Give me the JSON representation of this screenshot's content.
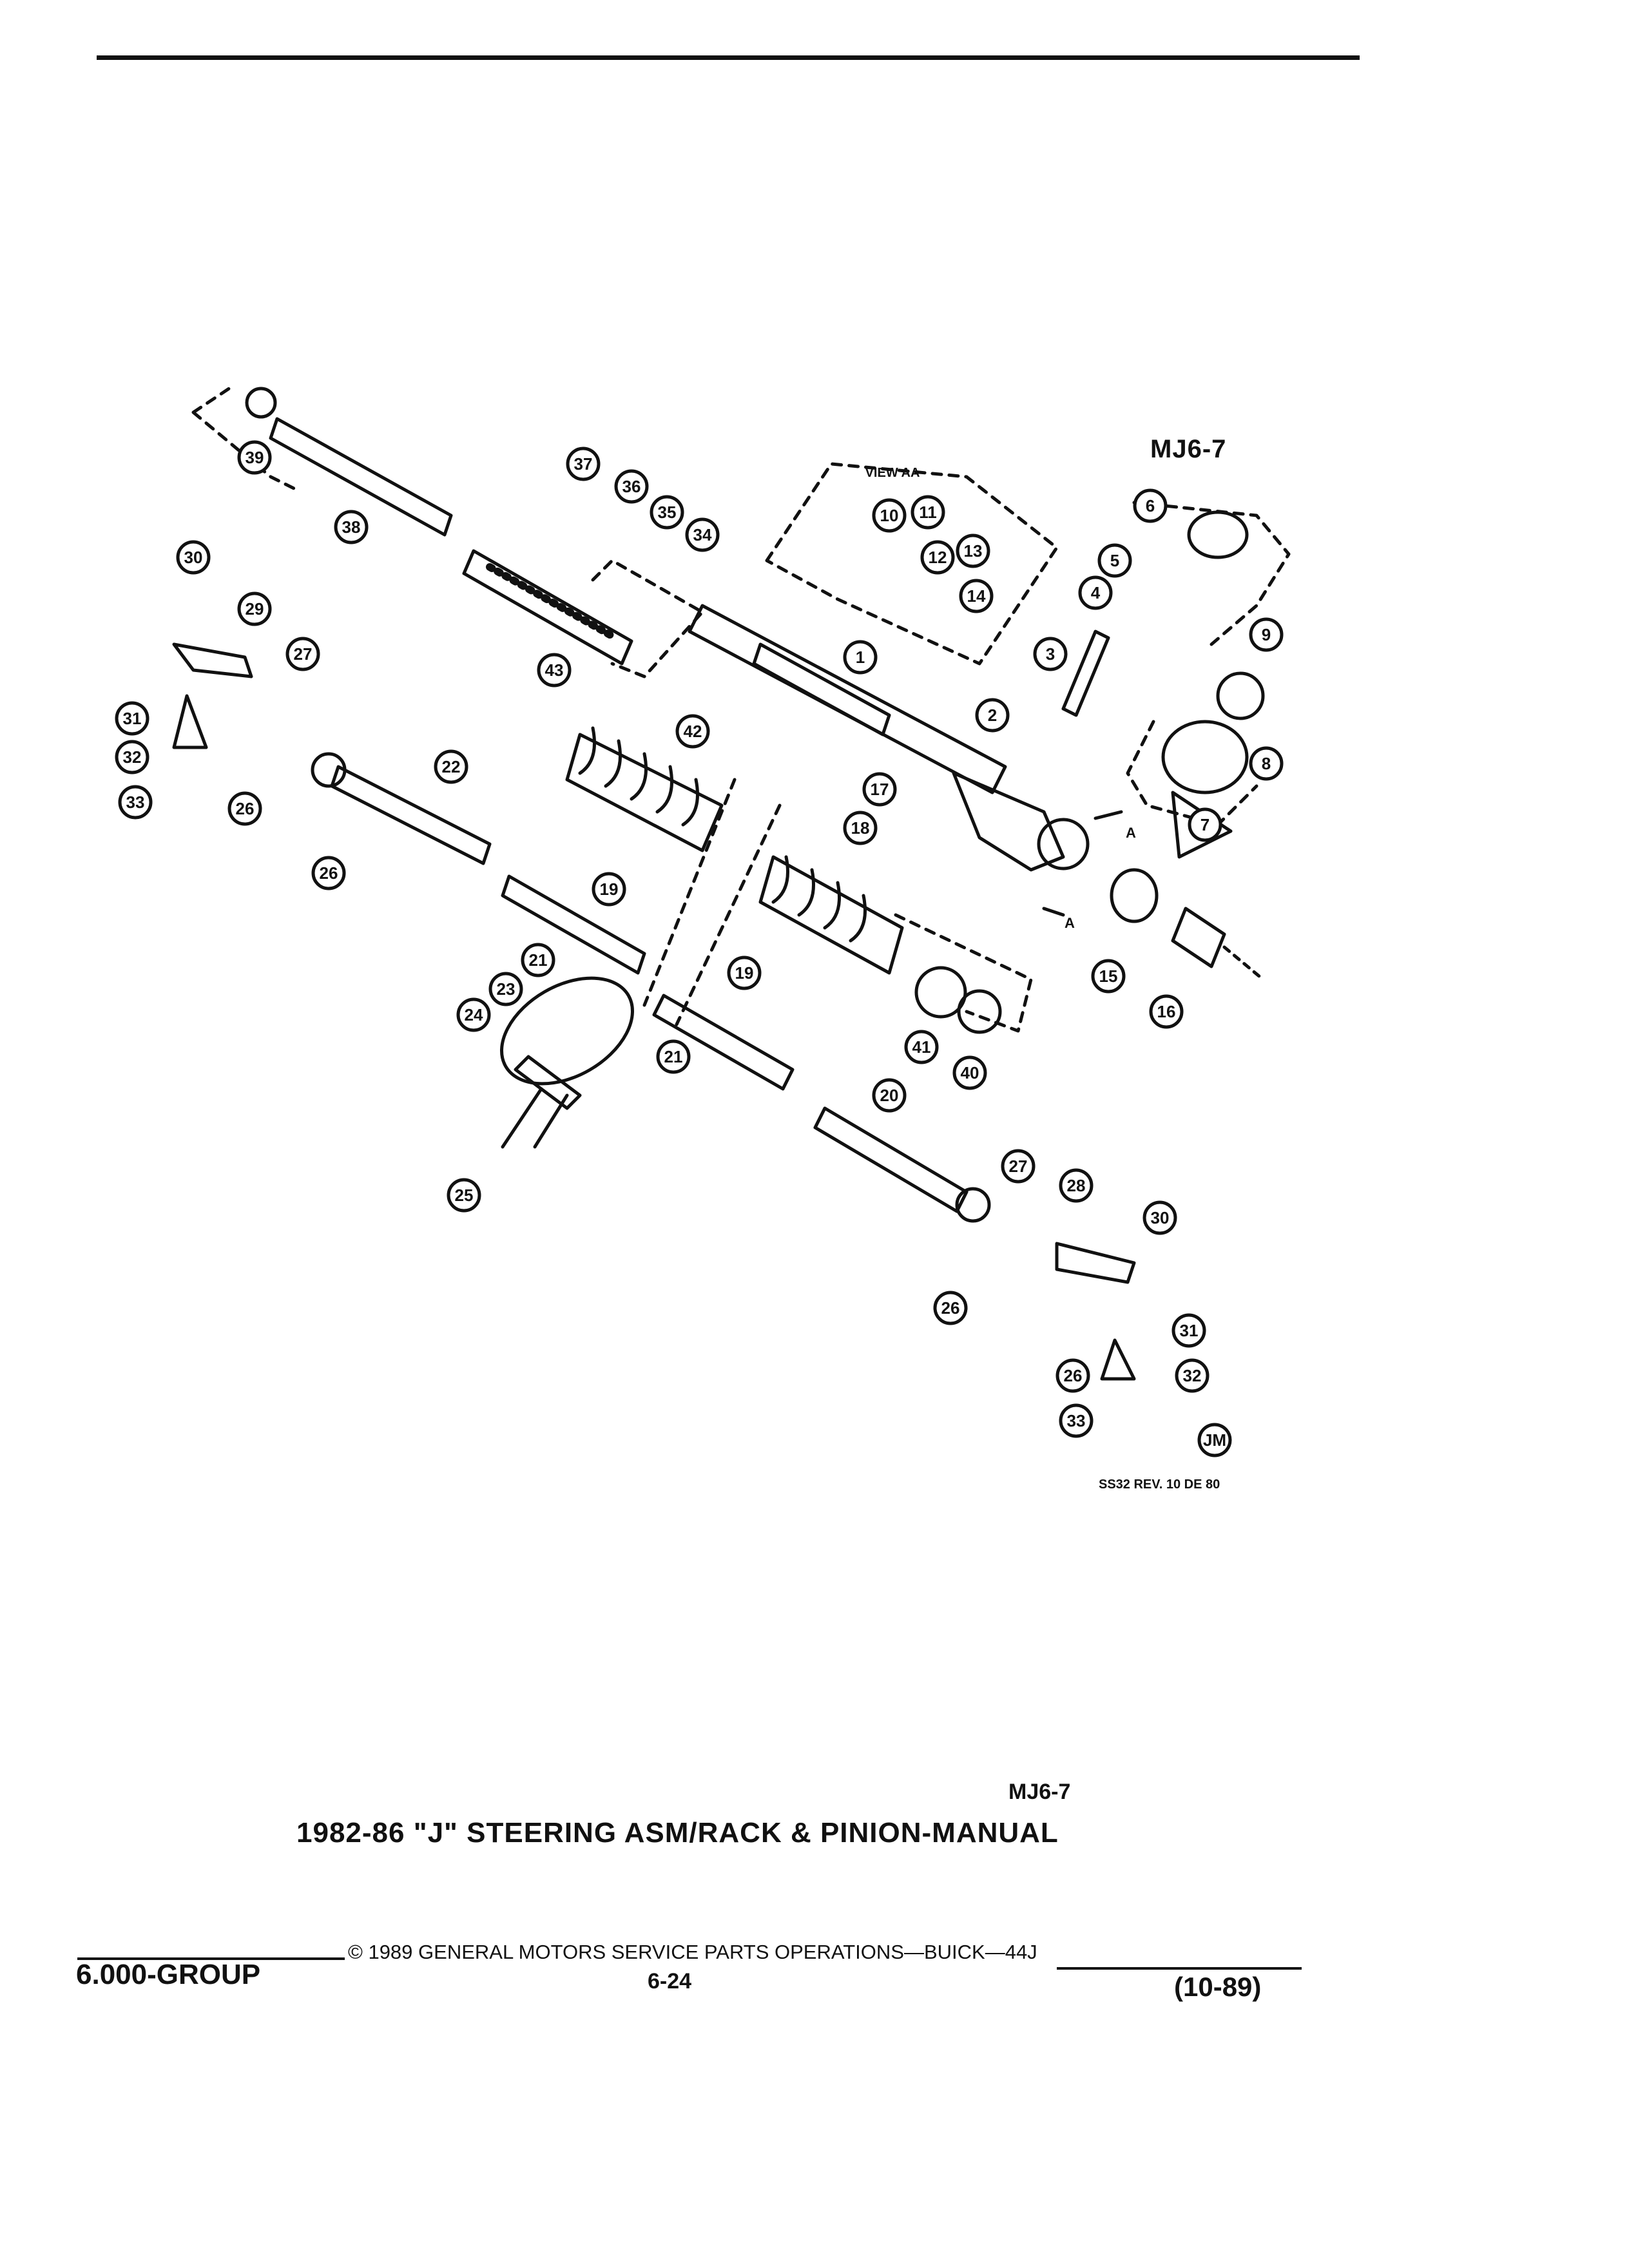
{
  "header": {
    "figure_id": "MJ6-7"
  },
  "diagram": {
    "view_label": "VIEW AA",
    "section_marks": [
      "A",
      "A"
    ],
    "callouts": [
      "1",
      "2",
      "3",
      "4",
      "5",
      "6",
      "7",
      "8",
      "9",
      "10",
      "11",
      "12",
      "13",
      "14",
      "15",
      "16",
      "17",
      "18",
      "19",
      "19",
      "20",
      "21",
      "21",
      "22",
      "23",
      "24",
      "25",
      "26",
      "26",
      "26",
      "26",
      "27",
      "27",
      "28",
      "29",
      "30",
      "30",
      "31",
      "31",
      "32",
      "32",
      "33",
      "33",
      "34",
      "35",
      "36",
      "37",
      "38",
      "39",
      "40",
      "41",
      "42",
      "43"
    ],
    "logo_text": "JM",
    "revision_note": "SS32 REV. 10 DE 80"
  },
  "caption": {
    "figure_id": "MJ6-7",
    "title": "1982-86 \"J\" STEERING ASM/RACK & PINION-MANUAL"
  },
  "footer": {
    "section": "6.000-GROUP",
    "copyright": "© 1989 GENERAL MOTORS SERVICE PARTS OPERATIONS—BUICK—44J",
    "page": "6-24",
    "date": "(10-89)"
  }
}
